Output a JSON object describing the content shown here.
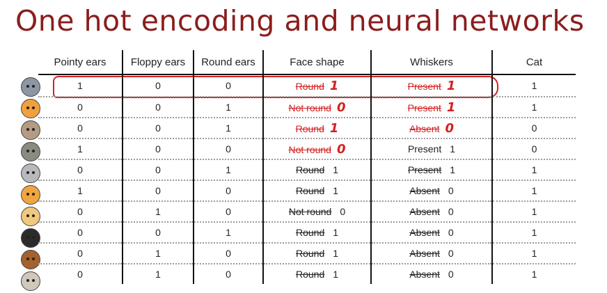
{
  "title": "One hot encoding and neural networks",
  "columns": [
    "Pointy ears",
    "Floppy ears",
    "Round ears",
    "Face shape",
    "Whiskers",
    "Cat"
  ],
  "rows": [
    {
      "icon": "gray-cat-icon",
      "icon_color": "#8d96a3",
      "pointy": "1",
      "floppy": "0",
      "round": "0",
      "face": "Round",
      "face_hot": "1",
      "whiskers": "Present",
      "whiskers_hot": "1",
      "cat": "1"
    },
    {
      "icon": "orange-cat-icon",
      "icon_color": "#f2a03d",
      "pointy": "0",
      "floppy": "0",
      "round": "1",
      "face": "Not round",
      "face_hot": "0",
      "whiskers": "Present",
      "whiskers_hot": "1",
      "cat": "1"
    },
    {
      "icon": "brown-dog-icon",
      "icon_color": "#b49b83",
      "pointy": "0",
      "floppy": "0",
      "round": "1",
      "face": "Round",
      "face_hot": "1",
      "whiskers": "Absent",
      "whiskers_hot": "0",
      "cat": "0"
    },
    {
      "icon": "wolf-icon",
      "icon_color": "#8a8a80",
      "pointy": "1",
      "floppy": "0",
      "round": "0",
      "face": "Not round",
      "face_hot": "0",
      "whiskers": "Present",
      "whiskers_plain": "1",
      "cat": "0"
    },
    {
      "icon": "gray-kitten-icon",
      "icon_color": "#b7b9bc",
      "pointy": "0",
      "floppy": "0",
      "round": "1",
      "face": "Round",
      "face_plain": "1",
      "whiskers": "Present",
      "whiskers_plain": "1",
      "cat": "1"
    },
    {
      "icon": "orange-white-cat-icon",
      "icon_color": "#f0a53f",
      "pointy": "1",
      "floppy": "0",
      "round": "0",
      "face": "Round",
      "face_plain": "1",
      "whiskers": "Absent",
      "whiskers_plain": "0",
      "cat": "1"
    },
    {
      "icon": "puppy-icon",
      "icon_color": "#f0c77c",
      "pointy": "0",
      "floppy": "1",
      "round": "0",
      "face": "Not round",
      "face_plain": "0",
      "whiskers": "Absent",
      "whiskers_plain": "0",
      "cat": "1"
    },
    {
      "icon": "tuxedo-cat-icon",
      "icon_color": "#2b2b2b",
      "pointy": "0",
      "floppy": "0",
      "round": "1",
      "face": "Round",
      "face_plain": "1",
      "whiskers": "Absent",
      "whiskers_plain": "0",
      "cat": "1"
    },
    {
      "icon": "brown-dog2-icon",
      "icon_color": "#a5622e",
      "pointy": "0",
      "floppy": "1",
      "round": "0",
      "face": "Round",
      "face_plain": "1",
      "whiskers": "Absent",
      "whiskers_plain": "0",
      "cat": "1"
    },
    {
      "icon": "gray-dog-icon",
      "icon_color": "#cfc8bb",
      "pointy": "0",
      "floppy": "1",
      "round": "0",
      "face": "Round",
      "face_plain": "1",
      "whiskers": "Absent",
      "whiskers_plain": "0",
      "cat": "1"
    }
  ]
}
